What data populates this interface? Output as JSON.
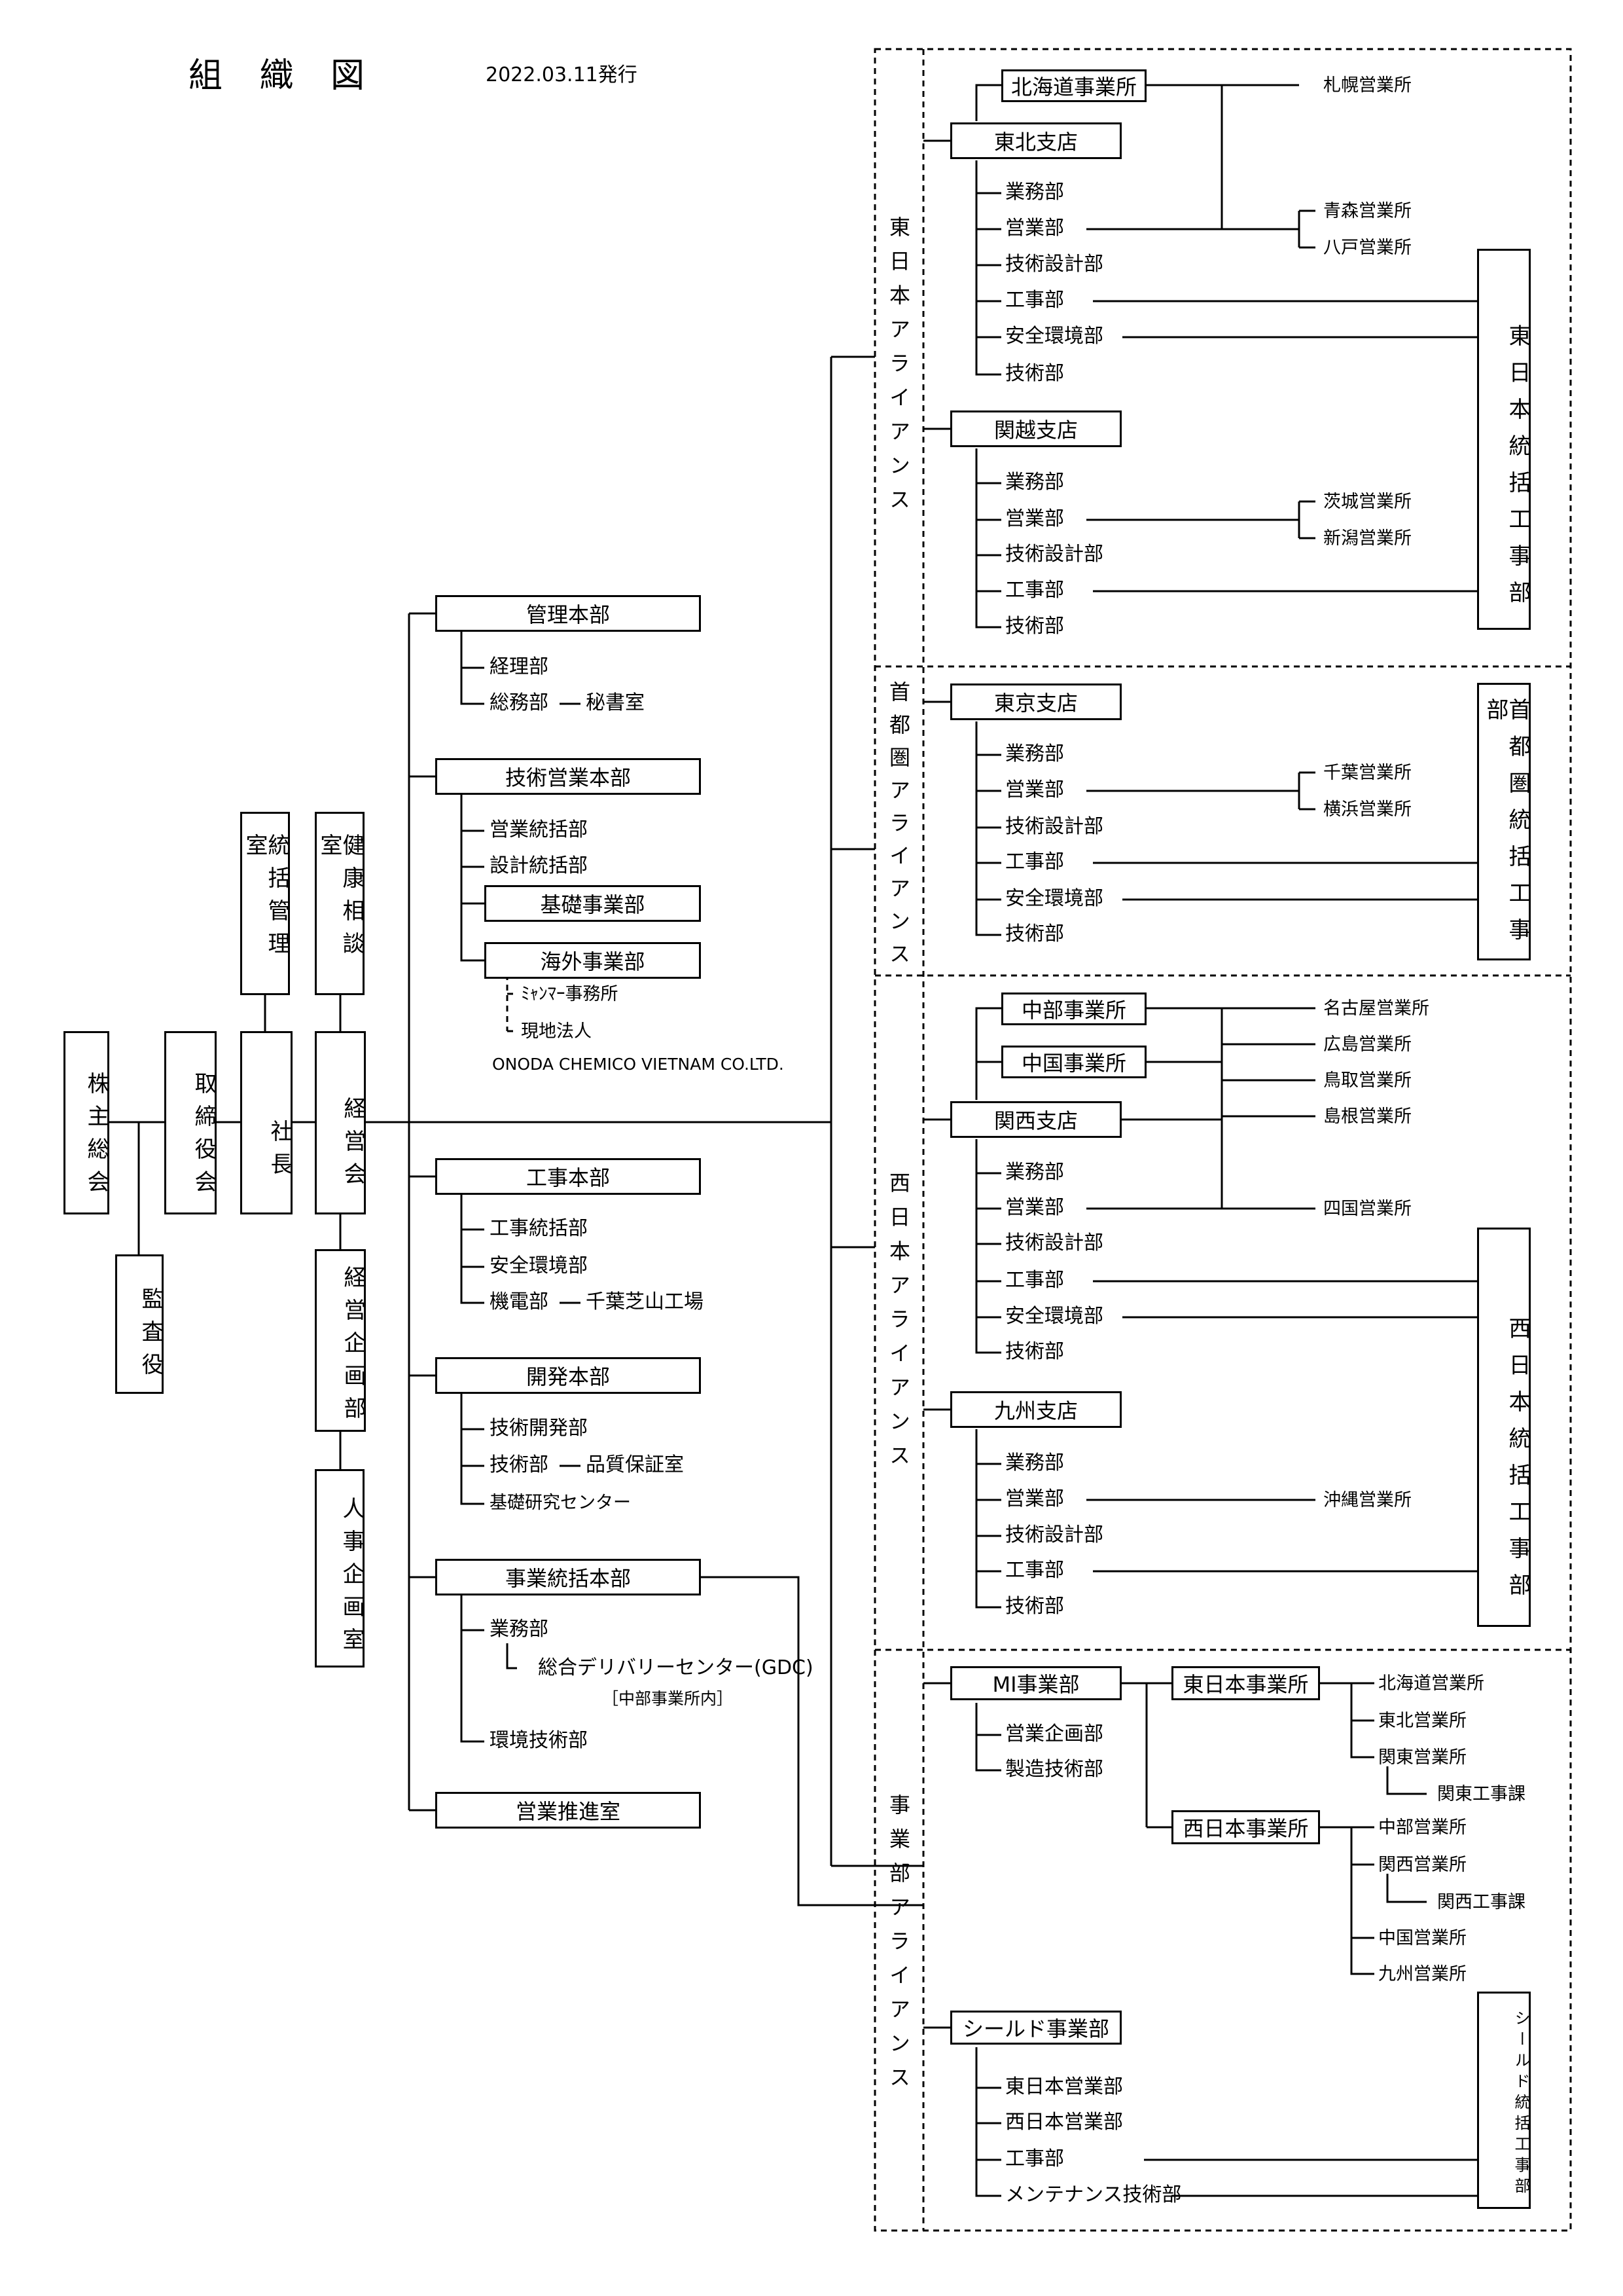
{
  "title": "組 織 図",
  "issued": "2022.03.11発行",
  "top": {
    "shareholders": "株主総会",
    "auditor": "監査役",
    "board": "取締役会",
    "president": "社長",
    "integrated_mgmt": "統括管理室",
    "health": "健康相談室",
    "mgmt_council": "経営会",
    "planning": "経営企画部",
    "hr": "人事企画室"
  },
  "hq": {
    "admin": {
      "name": "管理本部",
      "items": [
        "経理部",
        "総務部"
      ],
      "secretary": "秘書室"
    },
    "tech_sales": {
      "name": "技術営業本部",
      "items": [
        "営業統括部",
        "設計統括部"
      ],
      "foundation": "基礎事業部",
      "overseas": "海外事業部",
      "myanmar": "ﾐｬﾝﾏｰ事務所",
      "local": "現地法人",
      "vietnam": "ONODA CHEMICO VIETNAM CO.LTD."
    },
    "construction": {
      "name": "工事本部",
      "items": [
        "工事統括部",
        "安全環境部",
        "機電部"
      ],
      "factory": "千葉芝山工場"
    },
    "development": {
      "name": "開発本部",
      "items": [
        "技術開発部",
        "技術部",
        "基礎研究センター"
      ],
      "qa": "品質保証室"
    },
    "business": {
      "name": "事業統括本部",
      "items": [
        "業務部",
        "環境技術部"
      ],
      "gdc": "総合デリバリーセンター(GDC)",
      "gdc_note": "［中部事業所内］"
    },
    "sales_promo": "営業推進室"
  },
  "east": {
    "label": "東日本アライアンス",
    "hokkaido": "北海道事業所",
    "sapporo": "札幌営業所",
    "tohoku": {
      "name": "東北支店",
      "depts": [
        "業務部",
        "営業部",
        "技術設計部",
        "工事部",
        "安全環境部",
        "技術部"
      ]
    },
    "aomori": "青森営業所",
    "hachinohe": "八戸営業所",
    "kanetsu": {
      "name": "関越支店",
      "depts": [
        "業務部",
        "営業部",
        "技術設計部",
        "工事部",
        "技術部"
      ]
    },
    "ibaraki": "茨城営業所",
    "niigata": "新潟営業所",
    "const_dept": "東日本統括工事部"
  },
  "capital": {
    "label": "首都圏アライアンス",
    "tokyo": {
      "name": "東京支店",
      "depts": [
        "業務部",
        "営業部",
        "技術設計部",
        "工事部",
        "安全環境部",
        "技術部"
      ]
    },
    "chiba": "千葉営業所",
    "yokohama": "横浜営業所",
    "const_dept": "首都圏統括工事部"
  },
  "west": {
    "label": "西日本アライアンス",
    "chubu": "中部事業所",
    "chugoku": "中国事業所",
    "nagoya": "名古屋営業所",
    "hiroshima": "広島営業所",
    "tottori": "鳥取営業所",
    "shimane": "島根営業所",
    "shikoku": "四国営業所",
    "kansai": {
      "name": "関西支店",
      "depts": [
        "業務部",
        "営業部",
        "技術設計部",
        "工事部",
        "安全環境部",
        "技術部"
      ]
    },
    "kyushu": {
      "name": "九州支店",
      "depts": [
        "業務部",
        "営業部",
        "技術設計部",
        "工事部",
        "技術部"
      ]
    },
    "okinawa": "沖縄営業所",
    "const_dept": "西日本統括工事部"
  },
  "division": {
    "label": "事業部アライアンス",
    "mi": "MI事業部",
    "mi_depts": [
      "営業企画部",
      "製造技術部"
    ],
    "east_office": "東日本事業所",
    "east_offices": [
      "北海道営業所",
      "東北営業所",
      "関東営業所"
    ],
    "kanto_works": "関東工事課",
    "west_office": "西日本事業所",
    "west_offices": [
      "中部営業所",
      "関西営業所",
      "中国営業所",
      "九州営業所"
    ],
    "kansai_works": "関西工事課",
    "shield": "シールド事業部",
    "shield_depts": [
      "東日本営業部",
      "西日本営業部",
      "工事部",
      "メンテナンス技術部"
    ],
    "shield_const": "シールド統括工事部"
  }
}
